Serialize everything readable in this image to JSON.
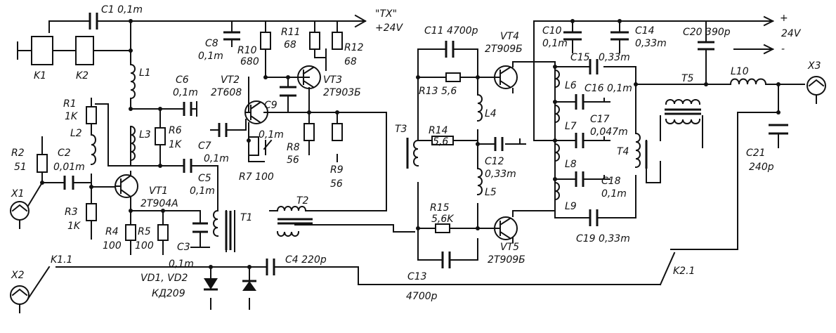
{
  "labels": {
    "C1": "C1 0,1m",
    "TX": "\"TX\"",
    "V24": "+24V",
    "C8": "C8",
    "C8v": "0,1m",
    "R10": "R10",
    "R10v": "680",
    "R11": "R11",
    "R11v": "68",
    "R12": "R12",
    "R12v": "68",
    "VT2": "VT2",
    "VT2t": "2T608",
    "VT3": "VT3",
    "VT3t": "2T903Б",
    "C11": "C11  4700p",
    "VT4": "VT4",
    "VT4t": "2T909Б",
    "C10": "C10",
    "C10v": "0,1m",
    "C14": "C14",
    "C14v": "0,33m",
    "C20": "C20 390p",
    "P24": "24V",
    "K1": "K1",
    "K2": "K2",
    "L1": "L1",
    "C6": "C6",
    "C6v": "0,1m",
    "R1": "R1",
    "R1v": "1K",
    "L2": "L2",
    "R2": "R2",
    "R2v": "51",
    "C2": "C2",
    "C2v": "0,01m",
    "L3": "L3",
    "R6": "R6",
    "R6v": "1K",
    "C7": "C7",
    "C7v": "0,1m",
    "C9": "C9",
    "R8": "R8",
    "R8v": "56",
    "R9": "R9",
    "R9v": "56",
    "C9v": "0,1m",
    "R7": "R7 100",
    "R13": "R13 5,6",
    "L4": "L4",
    "C15": "C15",
    "C15v": "0,33m",
    "L6": "L6",
    "C16": "C16 0,1m",
    "T5": "T5",
    "L10": "L10",
    "X3": "X3",
    "T3": "T3",
    "R14": "R14",
    "R14v": "5,6",
    "C17": "C17",
    "C17v": "0,047m",
    "L7": "L7",
    "T4": "T4",
    "C12": "C12",
    "C12v": "0,33m",
    "X1": "X1",
    "VT1": "VT1",
    "VT1t": "2T904A",
    "C5": "C5",
    "C5v": "0,1m",
    "L5": "L5",
    "L8": "L8",
    "C18": "C18",
    "C18v": "0,1m",
    "C21": "C21",
    "C21v": "240p",
    "R3": "R3",
    "R3v": "1K",
    "T1": "T1",
    "T2": "T2",
    "L9": "L9",
    "R4": "R4",
    "R4v": "100",
    "R5": "R5",
    "R5v": "100",
    "R15": "R15",
    "R15v": "5,6K",
    "VT5": "VT5",
    "VT5t": "2T909Б",
    "C19": "C19 0,33m",
    "C3": "C3",
    "C3v": "0,1m",
    "X2": "X2",
    "K11": "K1.1",
    "C4": "C4 220p",
    "C13": "C13",
    "C13v": "4700p",
    "VD": "VD1, VD2",
    "VDt": "КД209",
    "K21": "K2.1"
  }
}
